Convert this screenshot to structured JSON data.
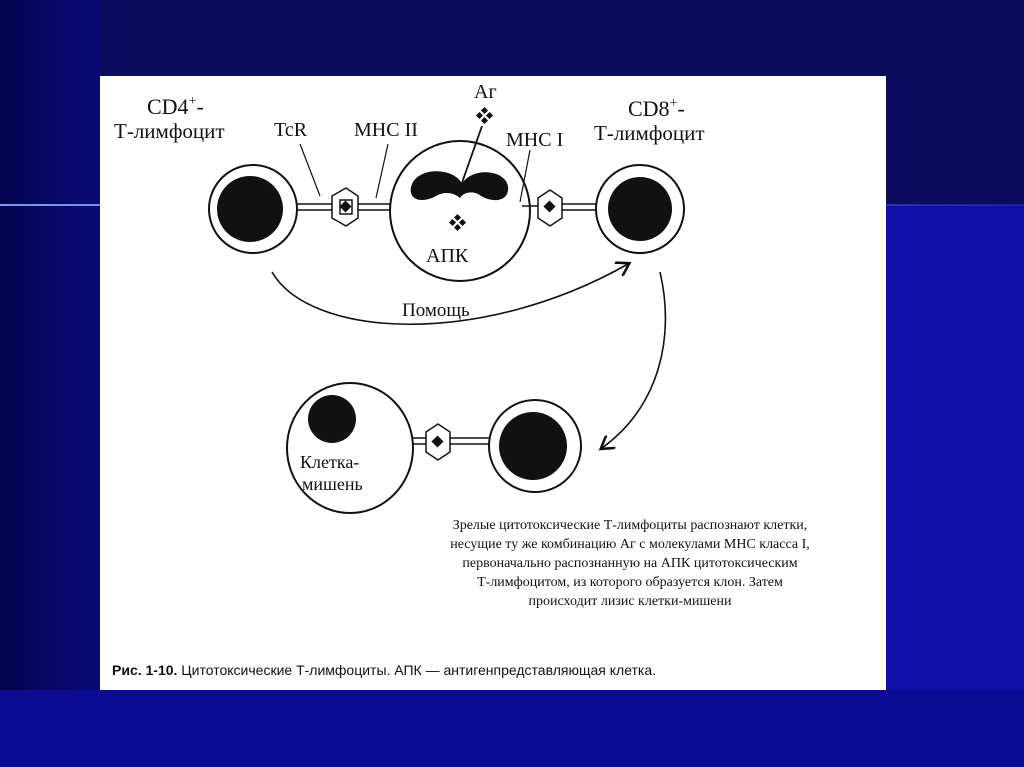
{
  "labels": {
    "cd4": "CD4",
    "cd4_sup": "+",
    "cd4_suffix": "-",
    "t_lymph_left": "Т-лимфоцит",
    "tcr": "TcR",
    "mhc2": "МНС II",
    "ag": "Аг",
    "mhc1": "МНС I",
    "cd8": "CD8",
    "cd8_sup": "+",
    "cd8_suffix": "-",
    "t_lymph_right": "Т-лимфоцит",
    "apc": "АПК",
    "help": "Помощь",
    "target_1": "Клетка-",
    "target_2": "мишень"
  },
  "description": [
    "Зрелые цитотоксические Т-лимфоциты распознают клетки,",
    "несущие ту же комбинацию Аг с молекулами МНС класса I,",
    "первоначально распознанную на АПК цитотоксическим",
    "Т-лимфоцитом,   из которого   образуется  клон. Затем",
    "происходит лизис клетки-мишени"
  ],
  "caption": {
    "fig": "Рис. 1-10.",
    "title": " Цитотоксические Т-лимфоциты.",
    "rest": " АПК — антигенпредставляющая клетка."
  },
  "colors": {
    "background": "#0a0a6e",
    "slide": "#ffffff",
    "ink": "#111111"
  }
}
